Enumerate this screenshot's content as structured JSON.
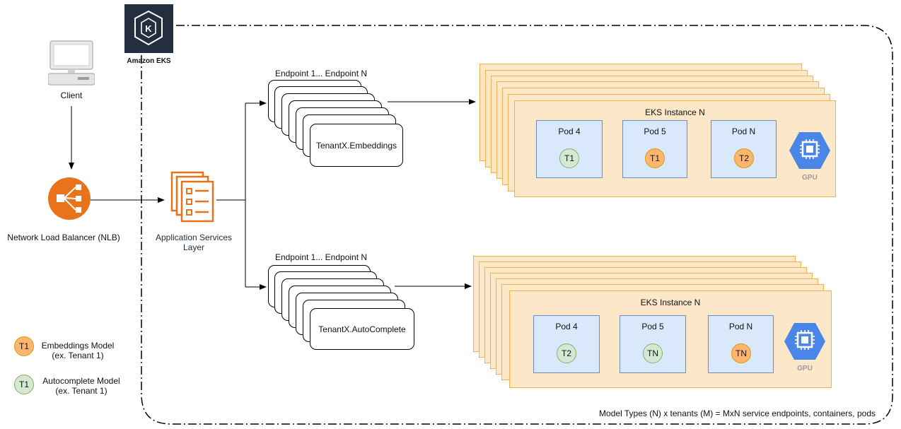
{
  "eks": {
    "label": "Amazon EKS"
  },
  "client": {
    "label": "Client"
  },
  "nlb": {
    "label": "Network Load Balancer (NLB)"
  },
  "app_layer": {
    "line1": "Application Services",
    "line2": "Layer"
  },
  "endpoints_top": {
    "header": "Endpoint 1... Endpoint N",
    "card_label": "TenantX.Embeddings"
  },
  "endpoints_bottom": {
    "header": "Endpoint 1... Endpoint N",
    "card_label": "TenantX.AutoComplete"
  },
  "instance_top": {
    "title": "EKS Instance N",
    "pods": [
      {
        "title": "Pod 4",
        "badge": "T1",
        "badge_color": "#d5e8d4"
      },
      {
        "title": "Pod 5",
        "badge": "T1",
        "badge_color": "#ffb570"
      },
      {
        "title": "Pod N",
        "badge": "T2",
        "badge_color": "#ffb570"
      }
    ],
    "gpu_label": "GPU"
  },
  "instance_bottom": {
    "title": "EKS Instance N",
    "pods": [
      {
        "title": "Pod 4",
        "badge": "T2",
        "badge_color": "#d5e8d4"
      },
      {
        "title": "Pod 5",
        "badge": "TN",
        "badge_color": "#d5e8d4"
      },
      {
        "title": "Pod N",
        "badge": "TN",
        "badge_color": "#ffb570"
      }
    ],
    "gpu_label": "GPU"
  },
  "legend": [
    {
      "badge": "T1",
      "color": "#ffb570",
      "line1": "Embeddings Model",
      "line2": "(ex. Tenant 1)"
    },
    {
      "badge": "T1",
      "color": "#d5e8d4",
      "line1": "Autocomplete Model",
      "line2": "(ex. Tenant 1)"
    }
  ],
  "footnote": "Model Types (N) x tenants (M) = MxN service endpoints, containers, pods",
  "colors": {
    "orange_badge": "#ffb570",
    "green_badge": "#d5e8d4",
    "instance_fill": "#fde7c9",
    "instance_border": "#f0b24e",
    "pod_fill": "#dae8fc",
    "pod_border": "#6c8ebf",
    "aws_orange": "#e8731b",
    "gpu_blue": "#4a86e8",
    "eks_dark": "#232f3e"
  }
}
